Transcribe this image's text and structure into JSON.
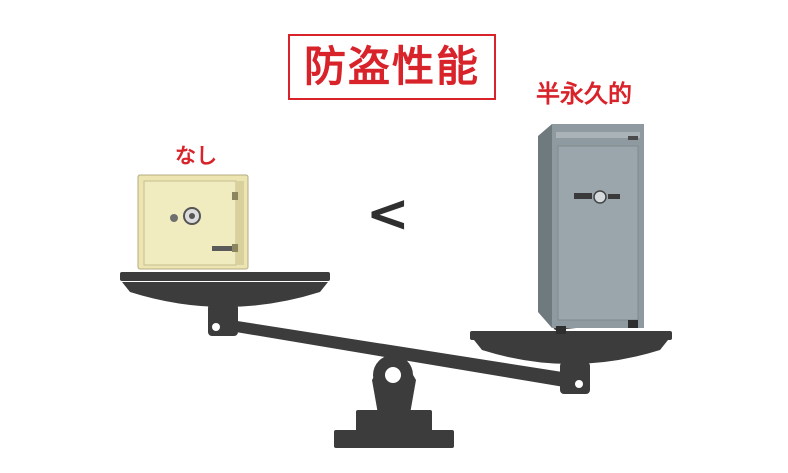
{
  "title": "防盗性能",
  "left_label": "なし",
  "right_label": "半永久的",
  "comparison_symbol": "<",
  "colors": {
    "accent_red": "#d8232a",
    "scale_dark": "#3c3c3c",
    "small_safe": "#ece5b2",
    "tall_safe": "#8e9a9f"
  }
}
